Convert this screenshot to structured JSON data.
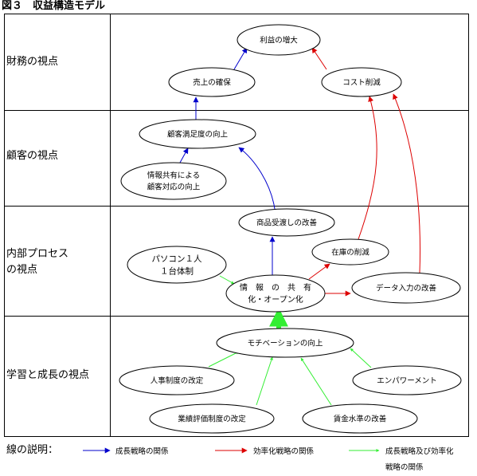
{
  "title": "図３　収益構造モデル",
  "rows": [
    {
      "label_lines": [
        "財務の視点"
      ]
    },
    {
      "label_lines": [
        "顧客の視点"
      ]
    },
    {
      "label_lines": [
        "内部プロセス",
        "の視点"
      ]
    },
    {
      "label_lines": [
        "学習と成長の視点"
      ]
    }
  ],
  "nodes": [
    {
      "id": "rieki",
      "lines": [
        "利益の増大"
      ]
    },
    {
      "id": "uriage",
      "lines": [
        "売上の確保"
      ]
    },
    {
      "id": "cost",
      "lines": [
        "コスト削減"
      ]
    },
    {
      "id": "manzoku",
      "lines": [
        "顧客満足度の向上"
      ]
    },
    {
      "id": "taiou",
      "lines": [
        "情報共有による",
        "顧客対応の向上"
      ]
    },
    {
      "id": "ukewatashi",
      "lines": [
        "商品受渡しの改善"
      ]
    },
    {
      "id": "zaiko",
      "lines": [
        "在庫の削減"
      ]
    },
    {
      "id": "pasokon",
      "lines": [
        "パソコン１人",
        "１台体制"
      ]
    },
    {
      "id": "kyouyuu",
      "lines": [
        "情　報　の　共　有",
        "化・オープン化"
      ]
    },
    {
      "id": "data",
      "lines": [
        "データ入力の改善"
      ]
    },
    {
      "id": "motivation",
      "lines": [
        "モチベーションの向上"
      ]
    },
    {
      "id": "jinji",
      "lines": [
        "人事制度の改定"
      ]
    },
    {
      "id": "empower",
      "lines": [
        "エンパワーメント"
      ]
    },
    {
      "id": "gyouseki",
      "lines": [
        "業績評価制度の改定"
      ]
    },
    {
      "id": "chingin",
      "lines": [
        "賃金水準の改善"
      ]
    }
  ],
  "legend": {
    "title": "線の説明：",
    "items": [
      {
        "type": "growth",
        "label": "成長戦略の関係"
      },
      {
        "type": "efficiency",
        "label": "効率化戦略の関係"
      },
      {
        "type": "both",
        "label": "成長戦略及び効率化戦略の関係"
      }
    ]
  },
  "colors": {
    "growth": "#0000cc",
    "efficiency": "#dd0000",
    "both": "#33ee33"
  }
}
